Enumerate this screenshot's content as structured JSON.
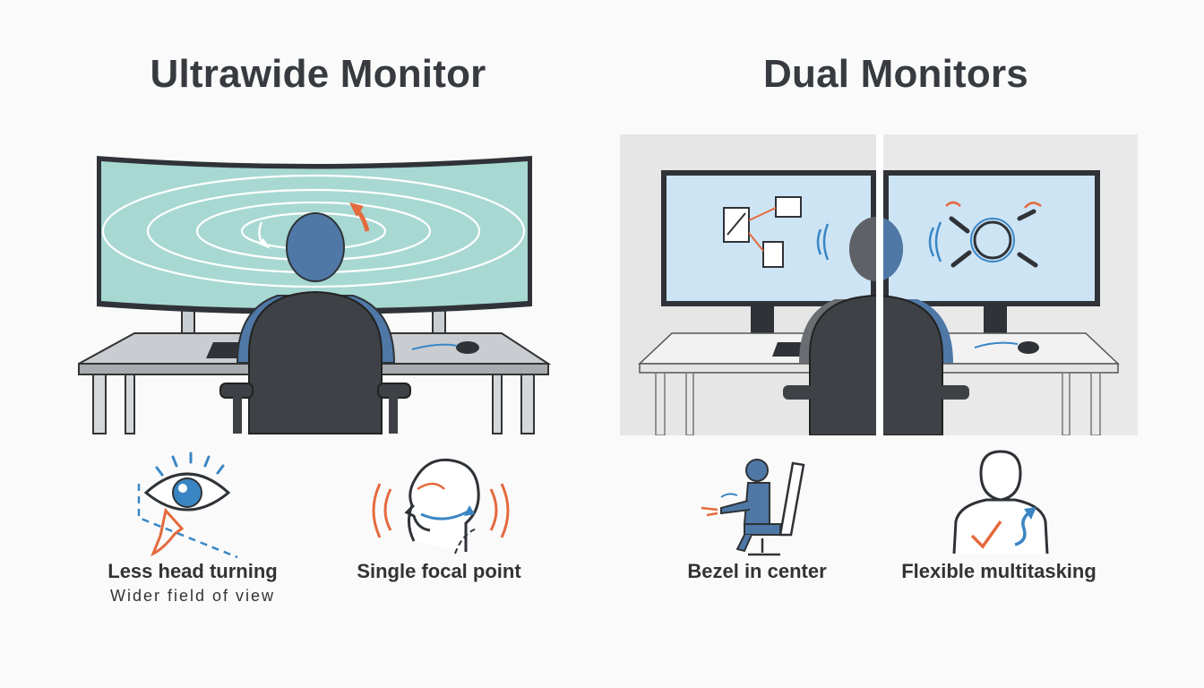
{
  "panels": {
    "left": {
      "title": "Ultrawide Monitor"
    },
    "right": {
      "title": "Dual Monitors"
    }
  },
  "features": [
    {
      "label": "Less head turning",
      "sublabel": "Wider field of view",
      "icon": "eye-icon"
    },
    {
      "label": "Single focal point",
      "icon": "head-profile-icon"
    },
    {
      "label": "Bezel in center",
      "icon": "seated-person-icon"
    },
    {
      "label": "Flexible multitasking",
      "icon": "person-bust-icon"
    }
  ],
  "colors": {
    "person_blue": "#4f78a6",
    "screen_teal": "#a8d8d2",
    "screen_blue": "#cde4f5",
    "accent_orange": "#e46a3e",
    "accent_blue": "#3a86c4",
    "dark": "#2f3337"
  }
}
